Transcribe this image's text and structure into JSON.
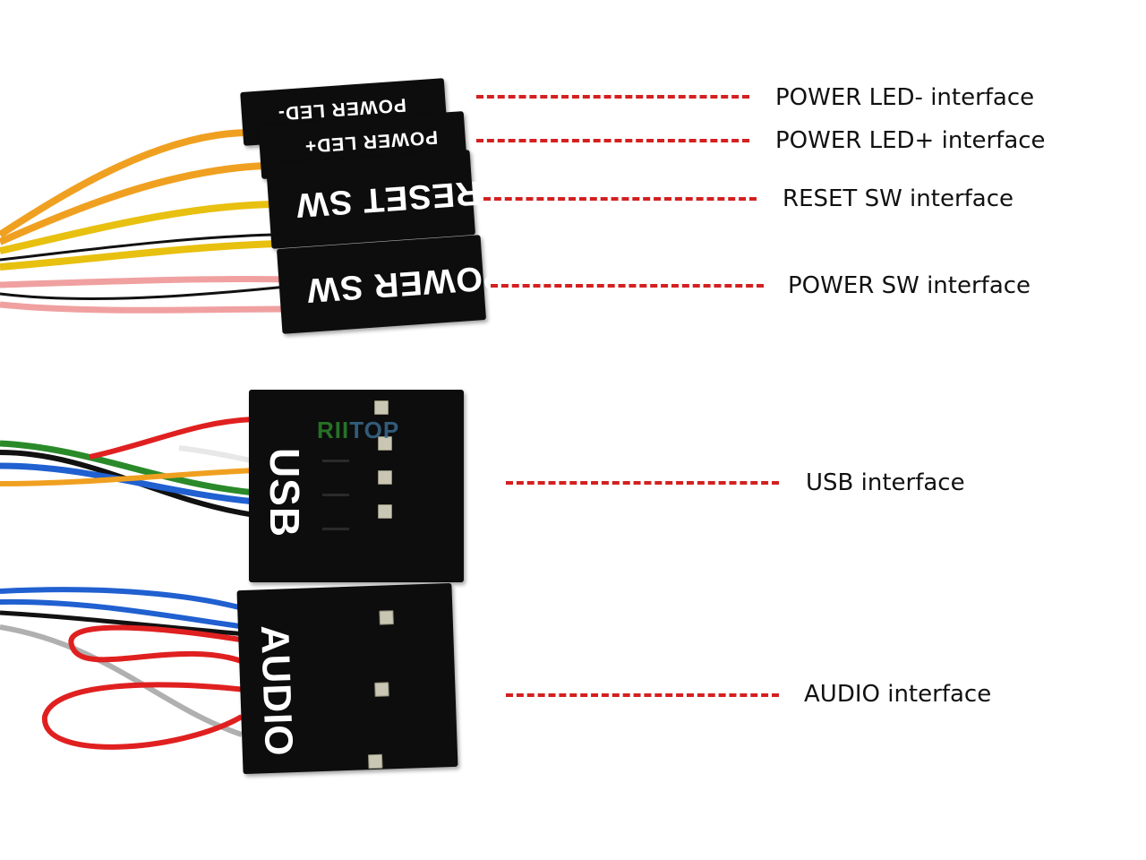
{
  "diagram": {
    "subject": "Front panel connector cables",
    "watermark": {
      "part1": "RII",
      "part2": "TOP",
      "color1": "#2e8b2e",
      "color2": "#3a6f96"
    },
    "leader_color": "#d42020",
    "connectors": [
      {
        "id": "power-led-minus",
        "label": "POWER LED-",
        "callout": "POWER LED- interface"
      },
      {
        "id": "power-led-plus",
        "label": "POWER LED+",
        "callout": "POWER LED+ interface"
      },
      {
        "id": "reset-sw",
        "label": "RESET SW",
        "callout": "RESET SW interface"
      },
      {
        "id": "power-sw",
        "label": "POWER SW",
        "callout": "POWER SW interface"
      },
      {
        "id": "usb",
        "label": "USB",
        "callout": "USB interface"
      },
      {
        "id": "audio",
        "label": "AUDIO",
        "callout": "AUDIO interface"
      }
    ],
    "wire_colors": {
      "orange": "#f0a020",
      "yellow": "#e8c010",
      "pink": "#f0a0a0",
      "black": "#111111",
      "red": "#e02020",
      "green": "#2a8a2a",
      "blue": "#2060d0",
      "white": "#e8e8e8",
      "gray": "#b0b0b0"
    }
  }
}
